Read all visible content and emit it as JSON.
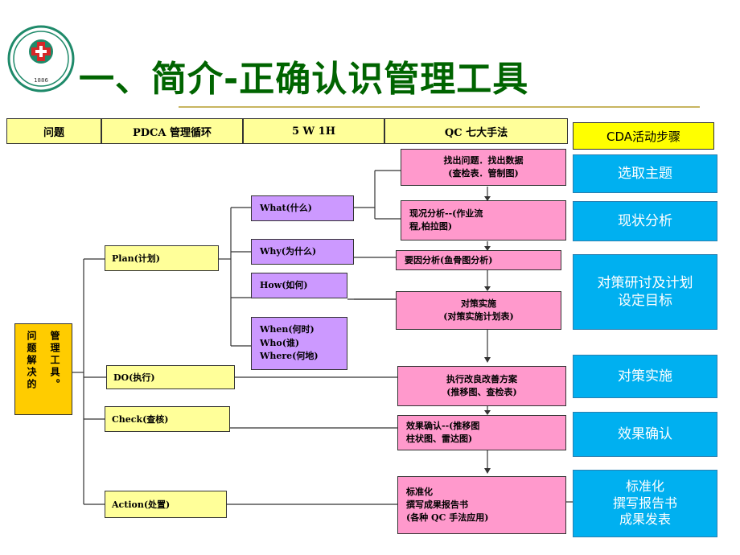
{
  "title": "一、简介-正确认识管理工具",
  "logo": {
    "year": "1886"
  },
  "header": {
    "cells": [
      "问题",
      "PDCA 管理循环",
      "5 W 1H",
      "QC 七大手法"
    ],
    "cda": "CDA活动步骤"
  },
  "root_labels": [
    "问题解决的",
    "管理工具。"
  ],
  "pdca": {
    "plan": "Plan(计划)",
    "do": "DO(执行)",
    "check": "Check(查核)",
    "action": "Action(处置)"
  },
  "w5h1": {
    "what": "What(什么)",
    "why": "Why(为什么)",
    "how": "How(如何)",
    "when_who_where": "When(何时)\nWho(谁)\nWhere(何地)"
  },
  "qc": {
    "find": "找出问题．找出数据\n(查检表．管制图)",
    "status": "现况分析--(作业流\n程,柏拉图)",
    "cause": "要因分析(鱼骨图分析)",
    "measure": "对策实施\n(对策实施计划表)",
    "execute": "执行改良改善方案\n(推移图、查检表)",
    "confirm": "效果确认--(推移图\n  柱状图、雷达图)",
    "standard": "标准化\n撰写成果报告书\n(各种 QC 手法应用)"
  },
  "cda_steps": [
    "选取主题",
    "现状分析",
    "对策研讨及计划\n设定目标",
    "对策实施",
    "效果确认",
    "标准化\n撰写报告书\n成果发表"
  ],
  "colors": {
    "title": "#006400",
    "step": "#00b0f0",
    "yellow": "#ffff99",
    "purple": "#cc99ff",
    "pink": "#ff99cc",
    "root": "#ffcc00"
  }
}
